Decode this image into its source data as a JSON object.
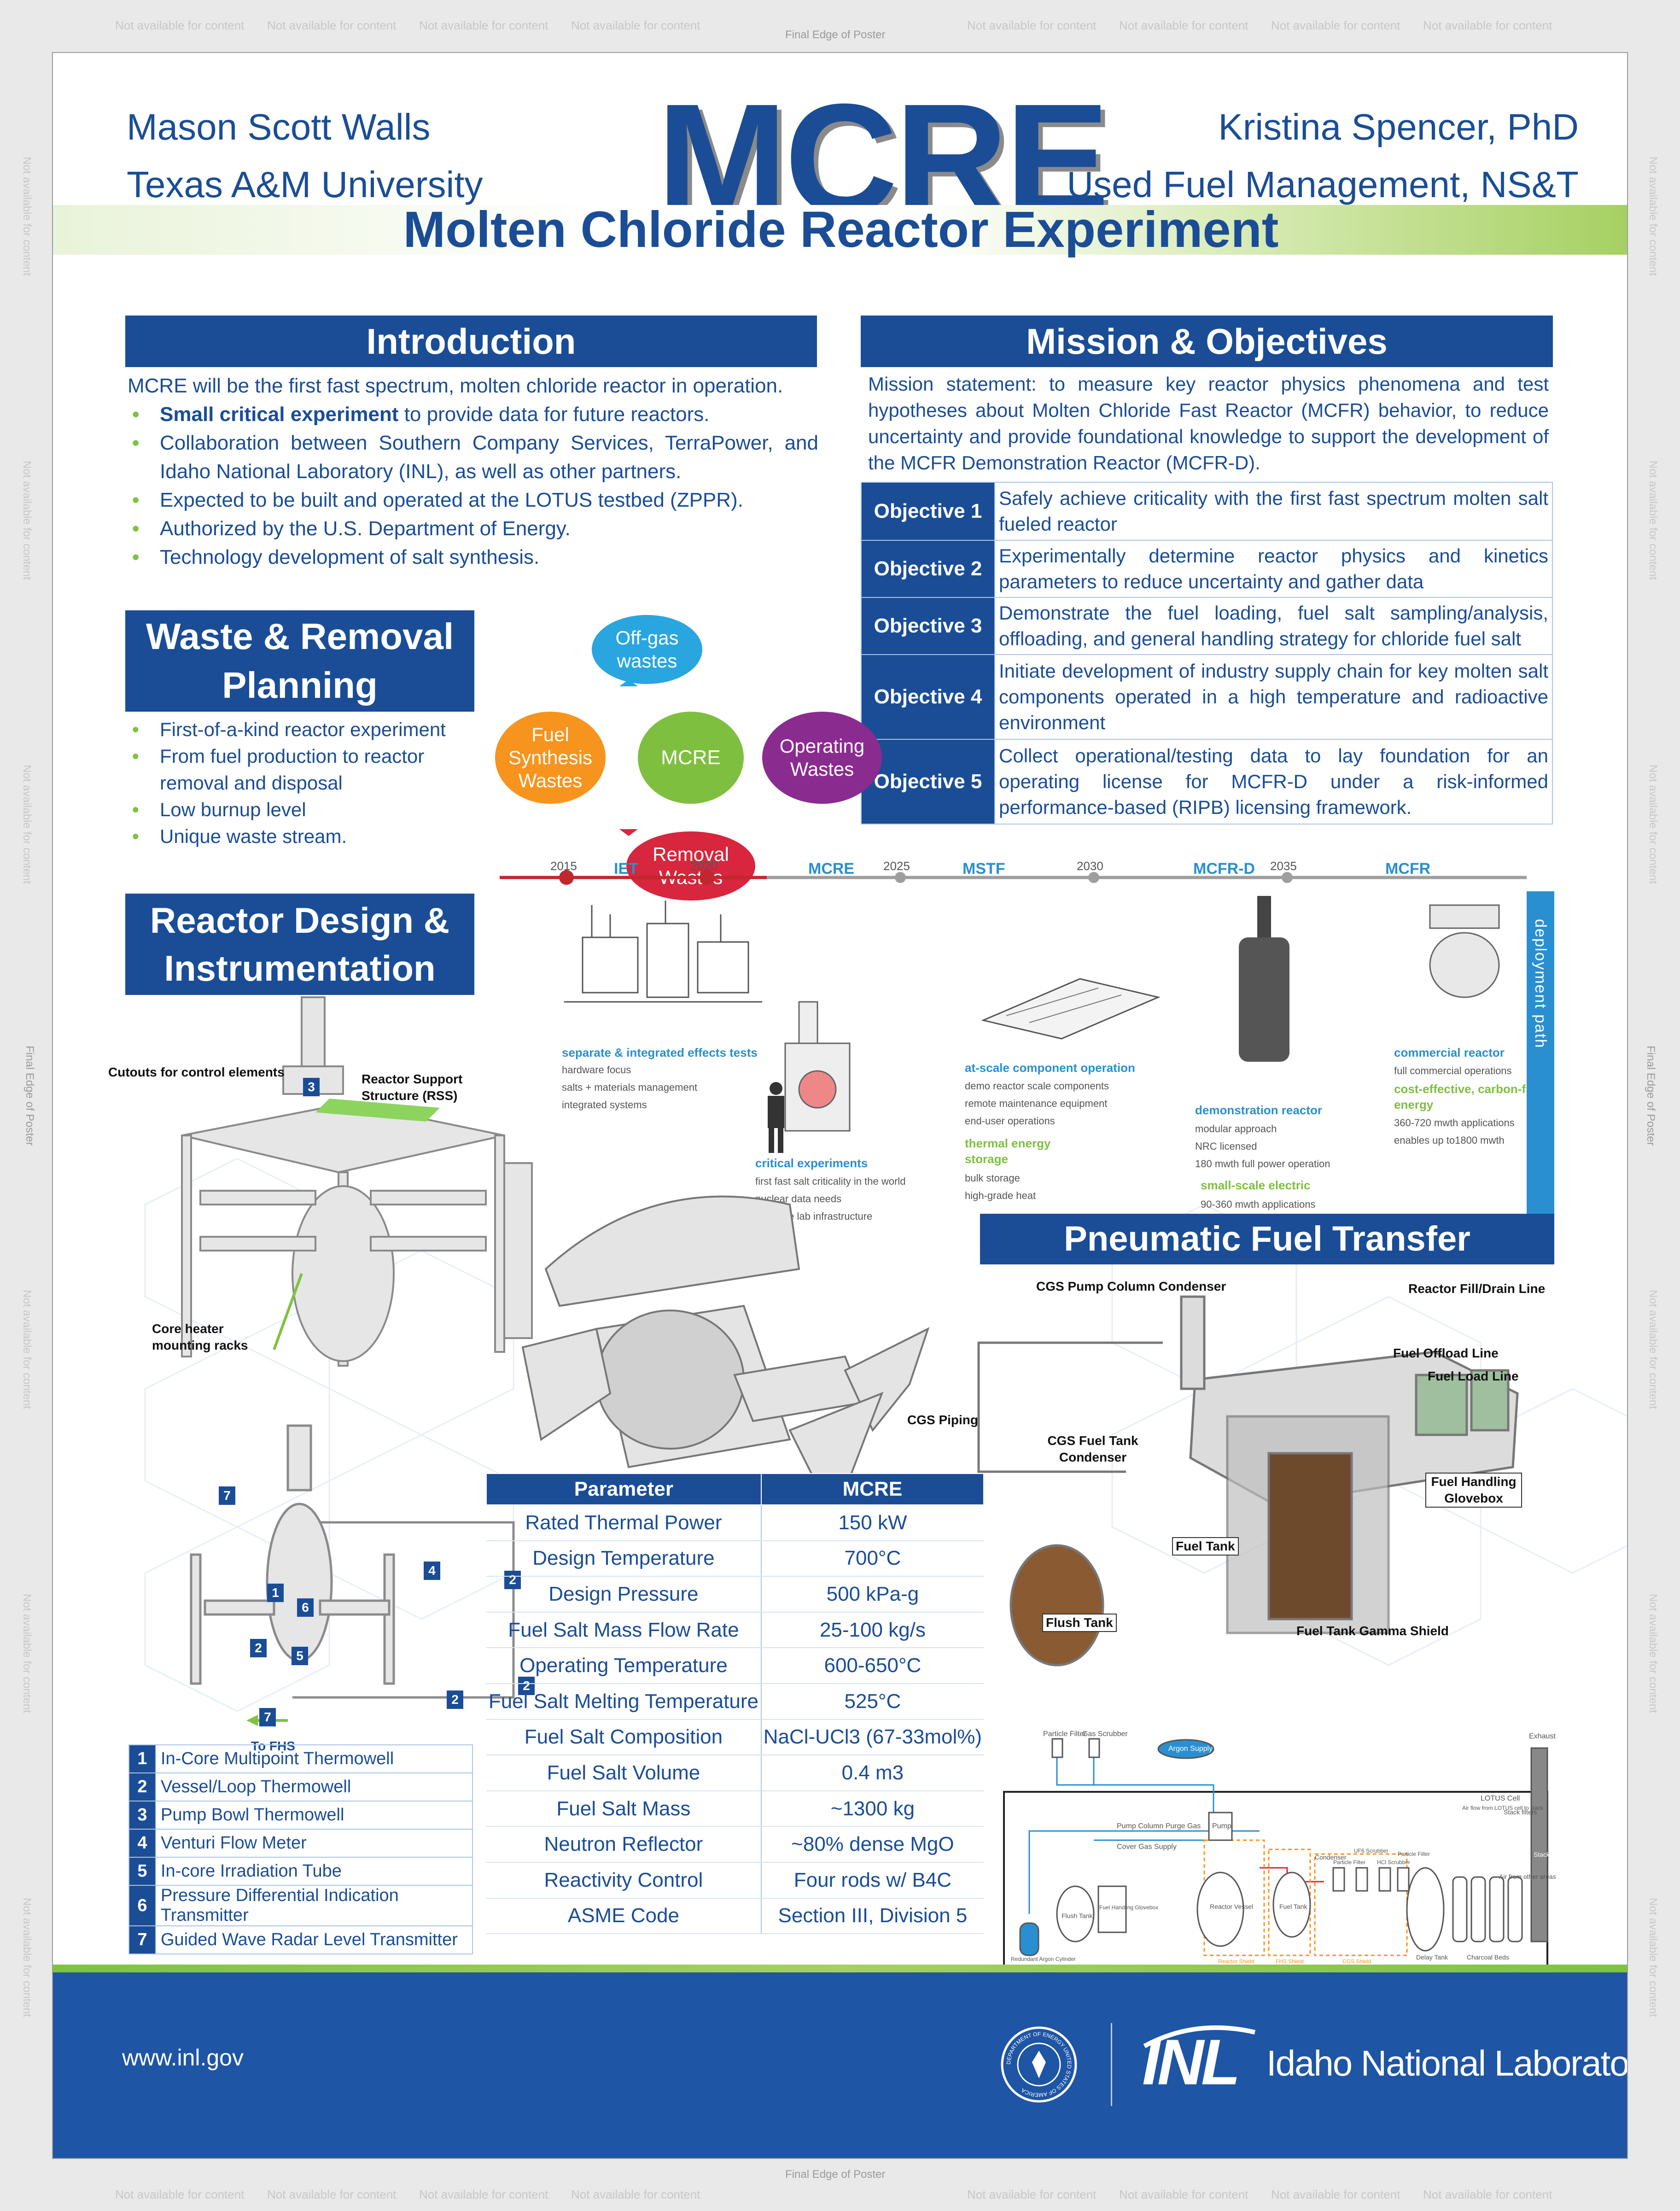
{
  "bleed": {
    "not_available": "Not available for content",
    "final_edge": "Final Edge of Poster"
  },
  "header": {
    "left_name": "Mason Scott Walls",
    "left_org": "Texas A&M University",
    "acronym": "MCRE",
    "right_name": "Kristina Spencer, PhD",
    "right_org": "Used Fuel Management, NS&T",
    "subtitle": "Molten Chloride Reactor Experiment"
  },
  "introduction": {
    "title": "Introduction",
    "lead": "MCRE will be the first fast spectrum, molten chloride reactor in operation.",
    "bullet1_bold": "Small critical experiment",
    "bullet1_rest": " to provide data for future reactors.",
    "bullets": [
      "Collaboration between Southern Company Services, TerraPower, and Idaho National Laboratory (INL), as well as other partners.",
      "Expected to be built and operated at the LOTUS testbed (ZPPR).",
      "Authorized by the U.S. Department of Energy.",
      "Technology development of salt synthesis."
    ]
  },
  "mission": {
    "title": "Mission & Objectives",
    "statement": "Mission statement: to measure key reactor physics phenomena and test hypotheses about Molten Chloride Fast Reactor (MCFR) behavior, to reduce uncertainty and provide foundational knowledge to support the development of the MCFR Demonstration Reactor (MCFR-D).",
    "objectives": [
      {
        "label": "Objective 1",
        "text": "Safely achieve criticality with the first fast spectrum molten salt fueled reactor"
      },
      {
        "label": "Objective 2",
        "text": "Experimentally determine reactor physics and kinetics parameters to reduce uncertainty and gather data"
      },
      {
        "label": "Objective 3",
        "text": "Demonstrate the fuel loading, fuel salt sampling/analysis, offloading, and general handling strategy for chloride fuel salt"
      },
      {
        "label": "Objective 4",
        "text": "Initiate development of industry supply chain for key molten salt components operated in a high temperature and radioactive environment"
      },
      {
        "label": "Objective 5",
        "text": "Collect operational/testing data to lay foundation for an operating license for MCFR-D under a risk-informed performance-based (RIPB) licensing framework."
      }
    ]
  },
  "waste": {
    "title": "Waste & Removal Planning",
    "bullets": [
      "First-of-a-kind reactor experiment",
      "From fuel production to reactor removal and disposal",
      "Low burnup level",
      "Unique waste stream."
    ],
    "diagram": {
      "center": "MCRE",
      "top": "Off-gas wastes",
      "left": "Fuel Synthesis Wastes",
      "right": "Operating Wastes",
      "bottom": "Removal Wastes"
    }
  },
  "timeline": {
    "years": [
      "2015",
      "2020",
      "2025",
      "2030",
      "2035"
    ],
    "eras": [
      "IET",
      "MCRE",
      "MSTF",
      "MCFR-D",
      "MCFR"
    ],
    "deployment": "deployment path",
    "iet": {
      "head": "separate & integrated effects tests",
      "lines": [
        "hardware focus",
        "salts + materials management",
        "integrated systems"
      ]
    },
    "crit": {
      "head": "critical experiments",
      "lines": [
        "first fast salt criticality in the world",
        "nuclear data needs",
        "leverage lab infrastructure"
      ]
    },
    "mstf": {
      "head": "at-scale component operation",
      "lines": [
        "demo reactor scale components",
        "remote maintenance equipment",
        "end-user operations"
      ],
      "green": "thermal energy storage",
      "lines2": [
        "bulk storage",
        "high-grade heat"
      ]
    },
    "demo": {
      "head": "demonstration reactor",
      "lines": [
        "modular approach",
        "NRC licensed",
        "180 mwth full power operation"
      ],
      "green": "small-scale electric",
      "lines2": [
        "90-360 mwth applications"
      ]
    },
    "comm": {
      "head": "commercial reactor",
      "lines": [
        "full commercial operations"
      ],
      "green": "cost-effective, carbon-free energy",
      "lines2": [
        "360-720 mwth applications",
        "enables up to1800 mwth"
      ]
    }
  },
  "reactor_design": {
    "title": "Reactor Design & Instrumentation",
    "callouts": {
      "cutouts": "Cutouts for control elements",
      "rss": "Reactor Support Structure (RSS)",
      "heater": "Core heater mounting racks",
      "fhs": "To FHS"
    },
    "legend": [
      {
        "n": "1",
        "t": "In-Core Multipoint Thermowell"
      },
      {
        "n": "2",
        "t": "Vessel/Loop Thermowell"
      },
      {
        "n": "3",
        "t": "Pump Bowl Thermowell"
      },
      {
        "n": "4",
        "t": "Venturi Flow Meter"
      },
      {
        "n": "5",
        "t": "In-core Irradiation Tube"
      },
      {
        "n": "6",
        "t": "Pressure Differential Indication Transmitter"
      },
      {
        "n": "7",
        "t": "Guided Wave Radar Level Transmitter"
      }
    ]
  },
  "parameters": {
    "headers": [
      "Parameter",
      "MCRE"
    ],
    "rows": [
      [
        "Rated Thermal Power",
        "150 kW"
      ],
      [
        "Design Temperature",
        "700°C"
      ],
      [
        "Design Pressure",
        "500 kPa-g"
      ],
      [
        "Fuel Salt Mass Flow Rate",
        "25-100 kg/s"
      ],
      [
        "Operating Temperature",
        "600-650°C"
      ],
      [
        "Fuel Salt Melting Temperature",
        "525°C"
      ],
      [
        "Fuel Salt Composition",
        "NaCl-UCl3 (67-33mol%)"
      ],
      [
        "Fuel Salt Volume",
        "0.4 m3"
      ],
      [
        "Fuel Salt Mass",
        "~1300 kg"
      ],
      [
        "Neutron Reflector",
        "~80% dense MgO"
      ],
      [
        "Reactivity Control",
        "Four rods w/ B4C"
      ],
      [
        "ASME Code",
        "Section III, Division 5"
      ]
    ]
  },
  "pneumatic": {
    "title": "Pneumatic Fuel Transfer",
    "labels": {
      "pump_cond": "CGS Pump Column Condenser",
      "fill_drain": "Reactor Fill/Drain Line",
      "offload": "Fuel Offload Line",
      "load": "Fuel Load Line",
      "piping": "CGS Piping",
      "tank_cond": "CGS Fuel Tank Condenser",
      "glovebox": "Fuel Handling Glovebox",
      "fuel_tank": "Fuel Tank",
      "flush_tank": "Flush Tank",
      "gamma": "Fuel Tank Gamma Shield"
    },
    "schematic": {
      "particle_filter": "Particle Filter",
      "gas_scrubber": "Gas Scrubber",
      "argon": "Argon Supply",
      "exhaust": "Exhaust",
      "lotus": "LOTUS Cell",
      "stack_filters": "Stack filters",
      "stack": "Stack",
      "air_from": "Air from other areas",
      "air_flow": "Air flow from LOTUS cell to stack",
      "pump_purge": "Pump Column Purge Gas",
      "cover_gas": "Cover Gas Supply",
      "pump": "Pump",
      "reactor_vessel": "Reactor Vessel",
      "flush_tank": "Flush Tank",
      "fuel_handling": "Fuel Handling Glovebox",
      "fuel_tank": "Fuel Tank",
      "condenser": "Condenser",
      "pf2": "Particle Filter",
      "uf6": "UF6 Scrubber",
      "hcl": "HCl Scrubber",
      "pf3": "Particle Filter",
      "delay": "Delay Tank",
      "charcoal": "Charcoal Beds",
      "argon_cyl": "Redundant Argon Cylinder",
      "reactor_shield": "Reactor Shield",
      "fhs_shield": "FHS Shield",
      "cgs_shield": "CGS Shield"
    }
  },
  "footer": {
    "url": "www.inl.gov",
    "doe_seal": "DEPARTMENT OF ENERGY UNITED STATES OF AMERICA",
    "inl_logo": "INL",
    "lab_name": "Idaho National Laboratory"
  },
  "colors": {
    "brand_blue": "#1a4d96",
    "accent_green": "#7fc241",
    "timeline_red": "#c1272d",
    "offgas": "#29a6e0",
    "fuel_synth": "#f7941d",
    "operating": "#8a2b8f",
    "removal": "#d7263d",
    "center": "#7fbf3f"
  }
}
